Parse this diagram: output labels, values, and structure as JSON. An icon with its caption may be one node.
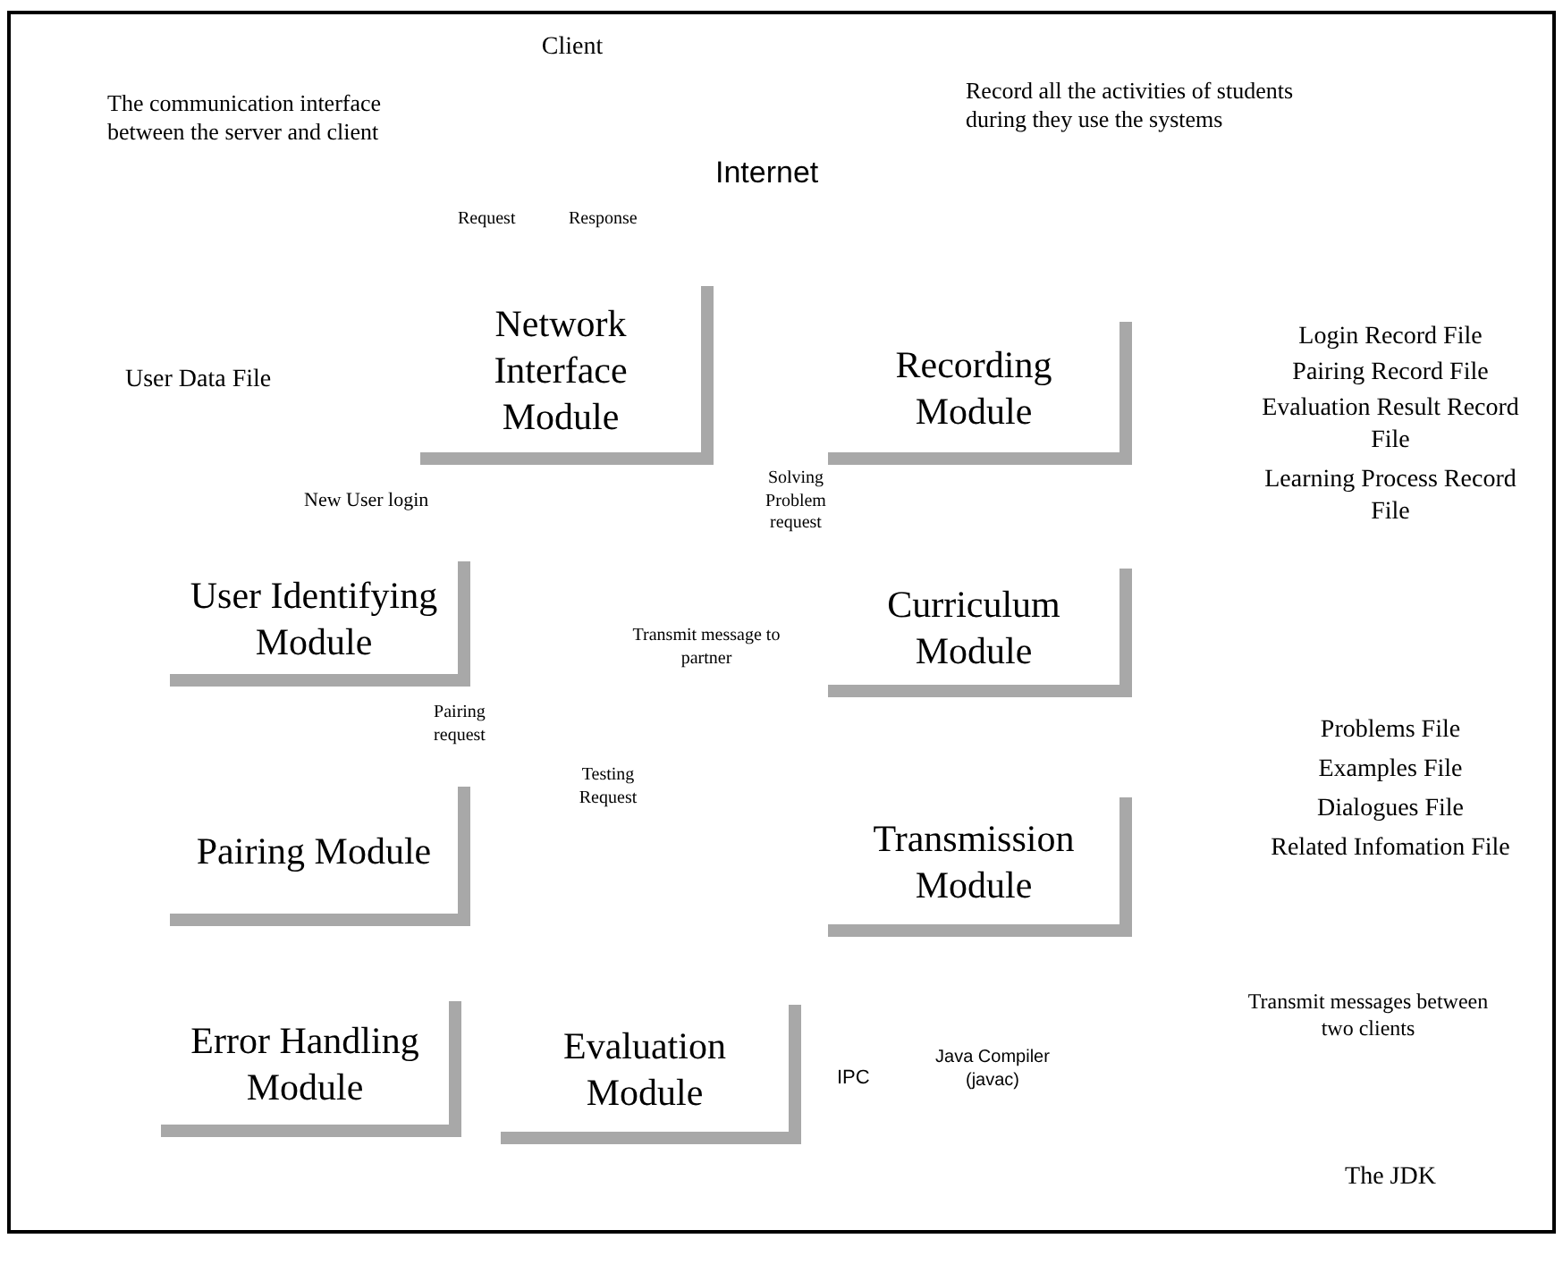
{
  "diagram": {
    "nodes": [
      {
        "text": [
          "Network Interface Module"
        ]
      },
      {
        "text": [
          "Recording Module"
        ]
      },
      {
        "text": [
          "User Identifying Module"
        ]
      },
      {
        "text": [
          "Curriculum Module"
        ]
      },
      {
        "text": [
          "Pairing Module"
        ]
      },
      {
        "text": [
          "Transmission Module"
        ]
      },
      {
        "text": [
          "Error Handling Module"
        ]
      },
      {
        "text": [
          "Evaluation Module"
        ]
      }
    ],
    "labels": [
      "Client",
      "The communication interface between the server and client",
      "Record all the activities of students during they use the systems",
      "Internet",
      "Request",
      "Response",
      "User Data File",
      "Login Record File",
      "Pairing Record File",
      "Evaluation Result Record File",
      "Learning Process Record File",
      "New User login",
      "Solving Problem request",
      "Transmit message to partner",
      "Pairing request",
      "Problems File",
      "Examples File",
      "Dialogues File",
      "Related Infomation File",
      "Testing Request",
      "Transmit messages between two clients",
      "IPC",
      "Java Compiler (javac)",
      "The JDK"
    ]
  }
}
